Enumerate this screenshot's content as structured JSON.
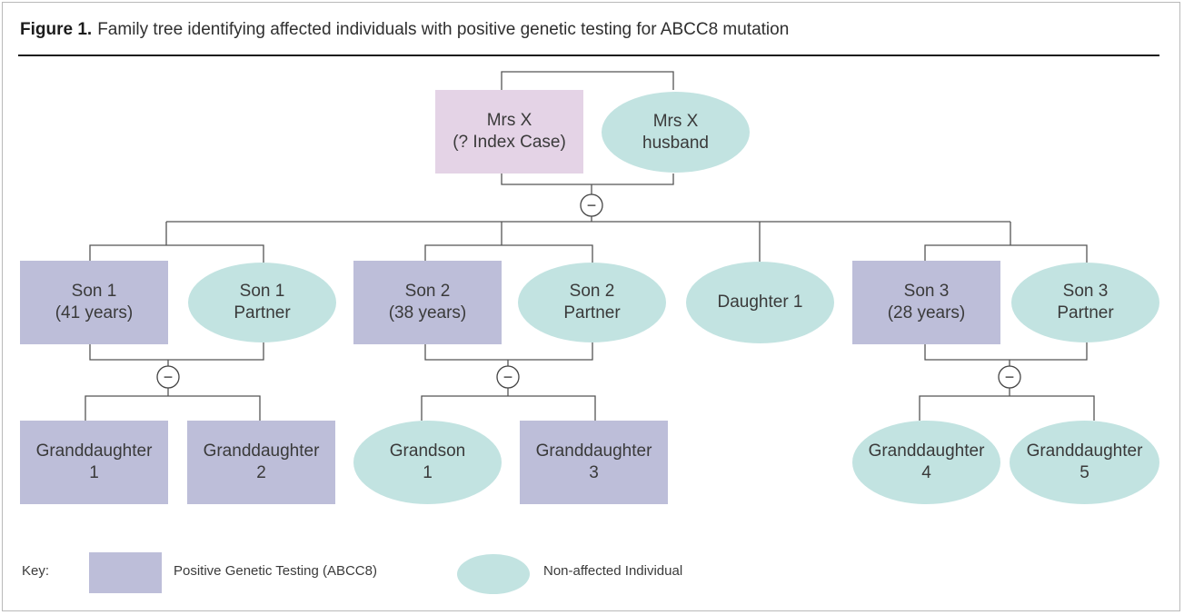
{
  "figure": {
    "label": "Figure 1.",
    "caption": "Family tree identifying affected individuals with positive genetic testing for ABCC8 mutation"
  },
  "colors": {
    "positive": "#bdbed9",
    "index_case": "#e4d3e6",
    "non_affected": "#c2e3e1"
  },
  "marriage_symbol": "−",
  "nodes": {
    "mrs_x": "Mrs X\n(? Index Case)",
    "mrs_x_husband": "Mrs X\nhusband",
    "son1": "Son 1\n(41 years)",
    "son1_partner": "Son 1\nPartner",
    "son2": "Son 2\n(38 years)",
    "son2_partner": "Son 2\nPartner",
    "daughter1": "Daughter 1",
    "son3": "Son 3\n(28 years)",
    "son3_partner": "Son 3\nPartner",
    "granddaughter1": "Granddaughter\n1",
    "granddaughter2": "Granddaughter\n2",
    "grandson1": "Grandson\n1",
    "granddaughter3": "Granddaughter\n3",
    "granddaughter4": "Granddaughter\n4",
    "granddaughter5": "Granddaughter\n5"
  },
  "key": {
    "label": "Key:",
    "positive": "Positive Genetic Testing (ABCC8)",
    "non_affected": "Non-affected Individual"
  }
}
